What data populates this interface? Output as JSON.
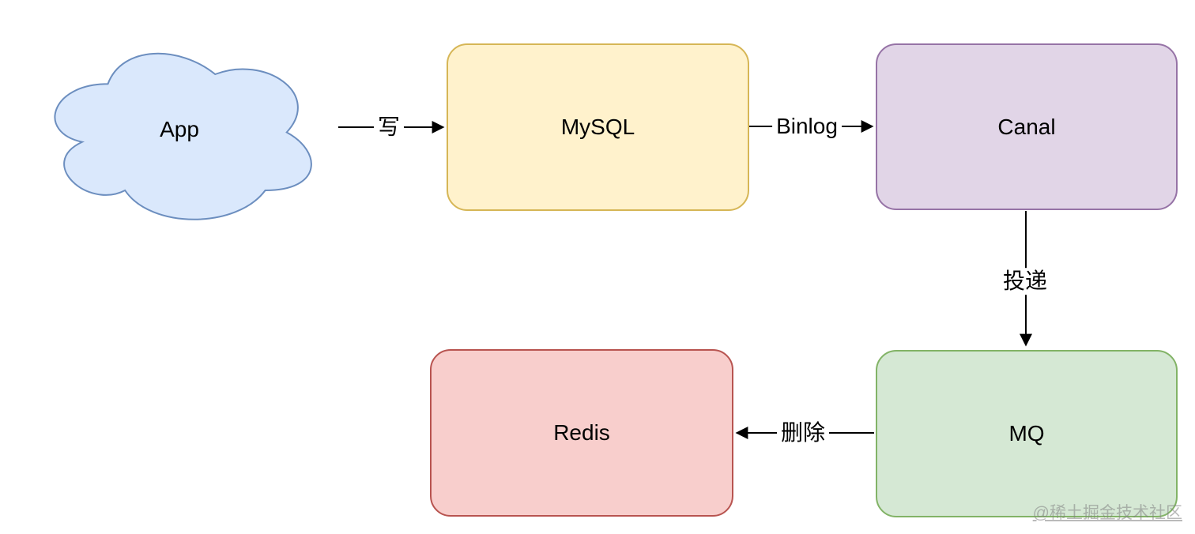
{
  "diagram": {
    "title": "cache invalidation flow (App -> MySQL -> Canal -> MQ -> Redis)",
    "nodes": {
      "app": {
        "label": "App",
        "shape": "cloud",
        "fill": "#dae8fc",
        "stroke": "#6c8ebf"
      },
      "mysql": {
        "label": "MySQL",
        "shape": "rounded-rect",
        "fill": "#fff2cc",
        "stroke": "#d6b656"
      },
      "canal": {
        "label": "Canal",
        "shape": "rounded-rect",
        "fill": "#e1d5e7",
        "stroke": "#9673a6"
      },
      "mq": {
        "label": "MQ",
        "shape": "rounded-rect",
        "fill": "#d5e8d4",
        "stroke": "#82b366"
      },
      "redis": {
        "label": "Redis",
        "shape": "rounded-rect",
        "fill": "#f8cecc",
        "stroke": "#b85450"
      }
    },
    "edges": {
      "app_to_mysql": {
        "label": "写",
        "from": "App",
        "to": "MySQL",
        "direction": "right"
      },
      "mysql_to_canal": {
        "label": "Binlog",
        "from": "MySQL",
        "to": "Canal",
        "direction": "right"
      },
      "canal_to_mq": {
        "label": "投递",
        "from": "Canal",
        "to": "MQ",
        "direction": "down"
      },
      "mq_to_redis": {
        "label": "删除",
        "from": "MQ",
        "to": "Redis",
        "direction": "left"
      }
    },
    "edge_color": "#000000",
    "text_color": "#000000",
    "background": "#ffffff"
  },
  "watermark": {
    "text": "@稀土掘金技术社区"
  }
}
